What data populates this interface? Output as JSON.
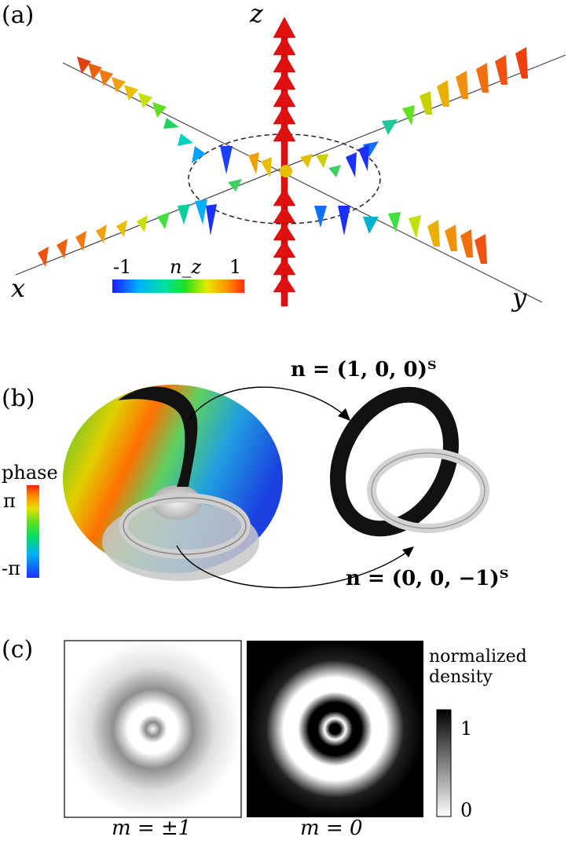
{
  "panel_a": {
    "label": "(a)",
    "axes": {
      "z": "z",
      "x": "x",
      "y": "y"
    },
    "colorbar": {
      "min_label": "-1",
      "title": "n_z",
      "max_label": "1"
    }
  },
  "panel_b": {
    "label": "(b)",
    "colorbar": {
      "title": "phase",
      "max_label": "π",
      "min_label": "-π"
    },
    "annotation_top": "n = (1, 0, 0)ᵀ",
    "annotation_bottom": "n = (0, 0, −1)ᵀ"
  },
  "panel_c": {
    "label": "(c)",
    "left_caption": "m = ±1",
    "right_caption": "m = 0",
    "colorbar": {
      "title_line1": "normalized",
      "title_line2": "density",
      "max_label": "1",
      "min_label": "0"
    }
  }
}
